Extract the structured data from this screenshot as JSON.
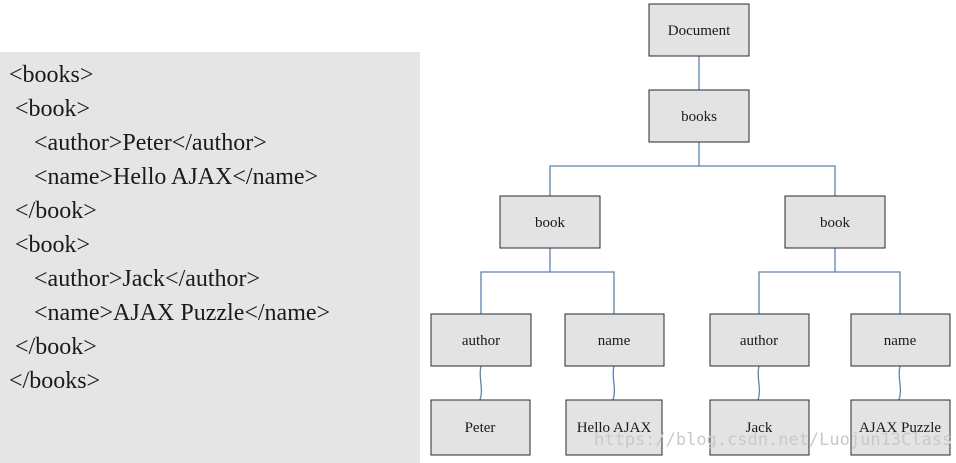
{
  "xml_code": {
    "lines": [
      "<books>",
      " <book>",
      "  <author>Peter</author>",
      "  <name>Hello AJAX</name>",
      " </book>",
      " <book>",
      "  <author>Jack</author>",
      "  <name>AJAX Puzzle</name>",
      " </book>",
      "</books>"
    ]
  },
  "tree": {
    "nodes": {
      "document": "Document",
      "books": "books",
      "book_1": "book",
      "book_2": "book",
      "author_1": "author",
      "name_1": "name",
      "author_2": "author",
      "name_2": "name",
      "peter": "Peter",
      "hello_ajax": "Hello AJAX",
      "jack": "Jack",
      "ajax_puzzle": "AJAX Puzzle"
    }
  },
  "watermark": "https://blog.csdn.net/Luojun13Class",
  "colors": {
    "node_fill": "#e3e3e3",
    "edge": "#5b84b1",
    "code_panel": "#e5e5e5"
  }
}
